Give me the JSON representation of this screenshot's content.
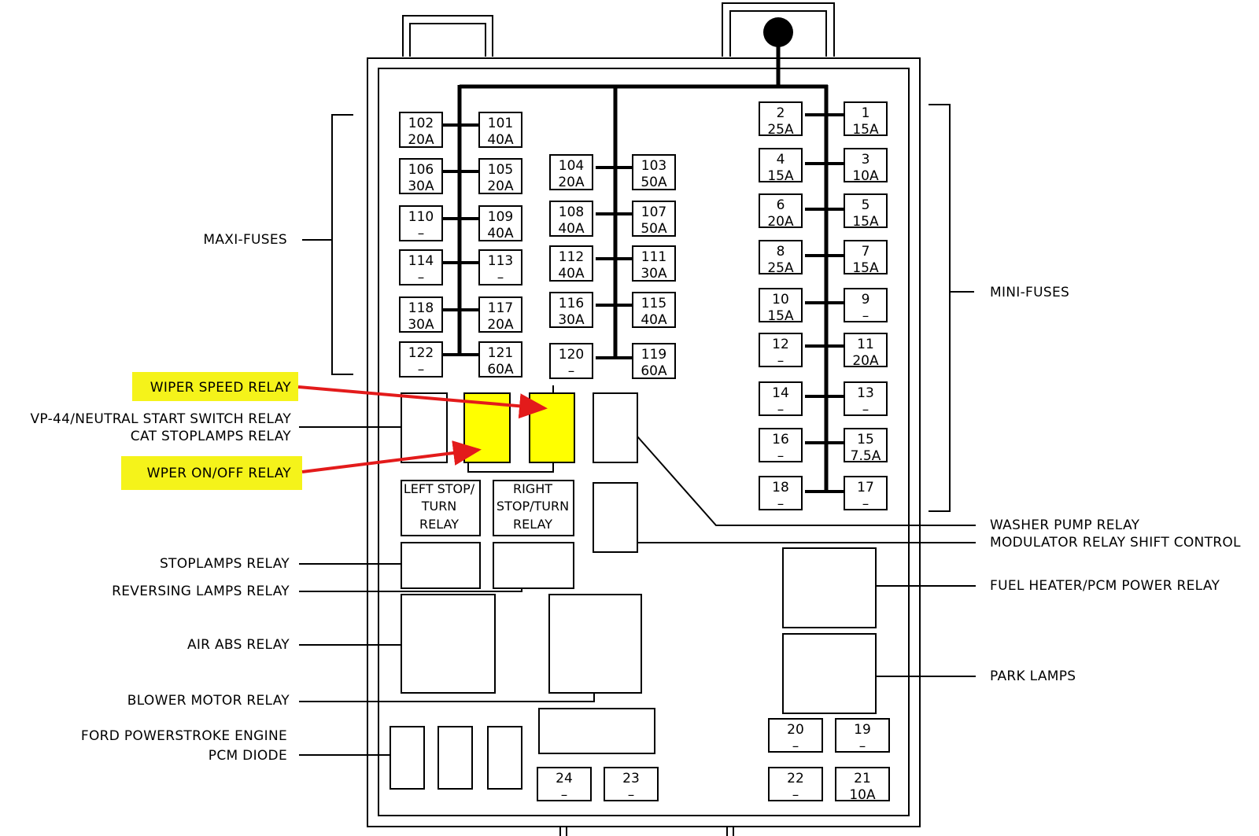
{
  "maxi_fuses": [
    {
      "id": "102",
      "rating": "20A"
    },
    {
      "id": "101",
      "rating": "40A"
    },
    {
      "id": "106",
      "rating": "30A"
    },
    {
      "id": "105",
      "rating": "20A"
    },
    {
      "id": "110",
      "rating": "–"
    },
    {
      "id": "109",
      "rating": "40A"
    },
    {
      "id": "114",
      "rating": "–"
    },
    {
      "id": "113",
      "rating": "–"
    },
    {
      "id": "118",
      "rating": "30A"
    },
    {
      "id": "117",
      "rating": "20A"
    },
    {
      "id": "122",
      "rating": "–"
    },
    {
      "id": "121",
      "rating": "60A"
    },
    {
      "id": "104",
      "rating": "20A"
    },
    {
      "id": "103",
      "rating": "50A"
    },
    {
      "id": "108",
      "rating": "40A"
    },
    {
      "id": "107",
      "rating": "50A"
    },
    {
      "id": "112",
      "rating": "40A"
    },
    {
      "id": "111",
      "rating": "30A"
    },
    {
      "id": "116",
      "rating": "30A"
    },
    {
      "id": "115",
      "rating": "40A"
    },
    {
      "id": "120",
      "rating": "–"
    },
    {
      "id": "119",
      "rating": "60A"
    }
  ],
  "mini_fuses": [
    {
      "id": "2",
      "rating": "25A"
    },
    {
      "id": "1",
      "rating": "15A"
    },
    {
      "id": "4",
      "rating": "15A"
    },
    {
      "id": "3",
      "rating": "10A"
    },
    {
      "id": "6",
      "rating": "20A"
    },
    {
      "id": "5",
      "rating": "15A"
    },
    {
      "id": "8",
      "rating": "25A"
    },
    {
      "id": "7",
      "rating": "15A"
    },
    {
      "id": "10",
      "rating": "15A"
    },
    {
      "id": "9",
      "rating": "–"
    },
    {
      "id": "12",
      "rating": "–"
    },
    {
      "id": "11",
      "rating": "20A"
    },
    {
      "id": "14",
      "rating": "–"
    },
    {
      "id": "13",
      "rating": "–"
    },
    {
      "id": "16",
      "rating": "–"
    },
    {
      "id": "15",
      "rating": "7.5A"
    },
    {
      "id": "18",
      "rating": "–"
    },
    {
      "id": "17",
      "rating": "–"
    }
  ],
  "bottom_fuses": [
    {
      "id": "20",
      "rating": "–"
    },
    {
      "id": "19",
      "rating": "–"
    },
    {
      "id": "24",
      "rating": "–"
    },
    {
      "id": "23",
      "rating": "–"
    },
    {
      "id": "22",
      "rating": "–"
    },
    {
      "id": "21",
      "rating": "10A"
    }
  ],
  "relays": {
    "left_stop_turn": [
      "LEFT STOP/",
      "TURN",
      "RELAY"
    ],
    "right_stop_turn": [
      "RIGHT",
      "STOP/TURN",
      "RELAY"
    ]
  },
  "labels": {
    "maxi_fuses": "MAXI-FUSES",
    "mini_fuses": "MINI-FUSES",
    "wiper_speed": "WIPER SPEED RELAY",
    "wiper_onoff": "WPER ON/OFF RELAY",
    "vp44": "VP-44/NEUTRAL START  SWITCH RELAY",
    "cat_stop": "CAT STOPLAMPS RELAY",
    "stoplamps": "STOPLAMPS RELAY",
    "reversing": "REVERSING LAMPS RELAY",
    "air_abs": "AIR ABS  RELAY",
    "blower": "BLOWER MOTOR RELAY",
    "ford_line1": "FORD POWERSTROKE ENGINE",
    "ford_line2": "PCM DIODE",
    "washer": "WASHER PUMP RELAY",
    "modulator": "MODULATOR RELAY SHIFT CONTROL",
    "fuel_heater": "FUEL HEATER/PCM POWER RELAY",
    "park_lamps": "PARK LAMPS"
  },
  "colors": {
    "highlight_fill": "#ffff00",
    "highlight_box": "#f5f31a",
    "arrow": "#e31b1b",
    "stroke": "#000000"
  }
}
